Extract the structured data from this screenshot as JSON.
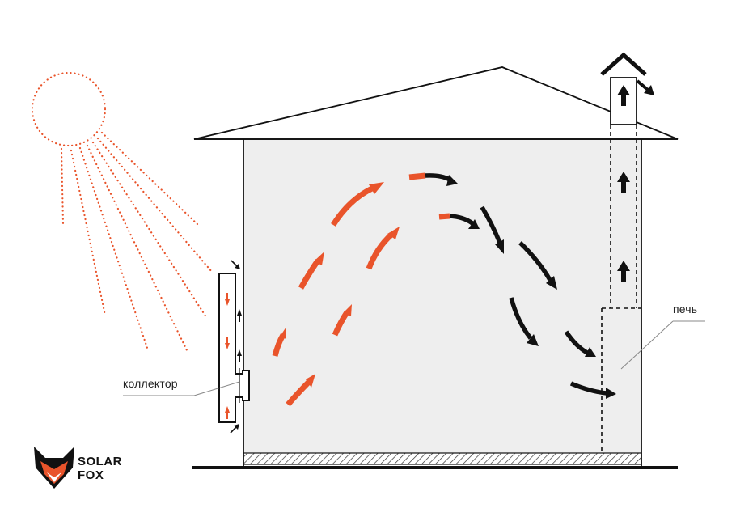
{
  "labels": {
    "collector": "коллектор",
    "stove": "печь"
  },
  "brand": {
    "line1": "SOLAR",
    "line2": "FOX"
  },
  "colors": {
    "warm_air": "#e9542b",
    "cool_air": "#111111",
    "sun": "#e9542b",
    "room_fill": "#eeeeee",
    "outline": "#111111"
  },
  "icons": [
    "sun-icon",
    "fox-logo-icon"
  ]
}
